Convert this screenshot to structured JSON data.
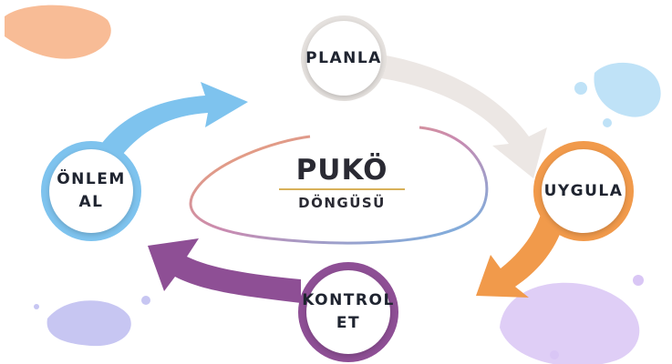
{
  "center": {
    "title": "PUKÖ",
    "subtitle": "DÖNGÜSÜ"
  },
  "steps": [
    {
      "id": "plan",
      "label": "PLANLA",
      "color": "#e6e1df"
    },
    {
      "id": "do",
      "label": "UYGULA",
      "color": "#f19a4b"
    },
    {
      "id": "check",
      "line1": "KONTROL",
      "line2": "ET",
      "color": "#8e4f95"
    },
    {
      "id": "act",
      "line1": "ÖNLEM",
      "line2": "AL",
      "color": "#7ec3ee"
    }
  ],
  "colors": {
    "accent_gold": "#d8b15a",
    "text": "#1f2430"
  }
}
